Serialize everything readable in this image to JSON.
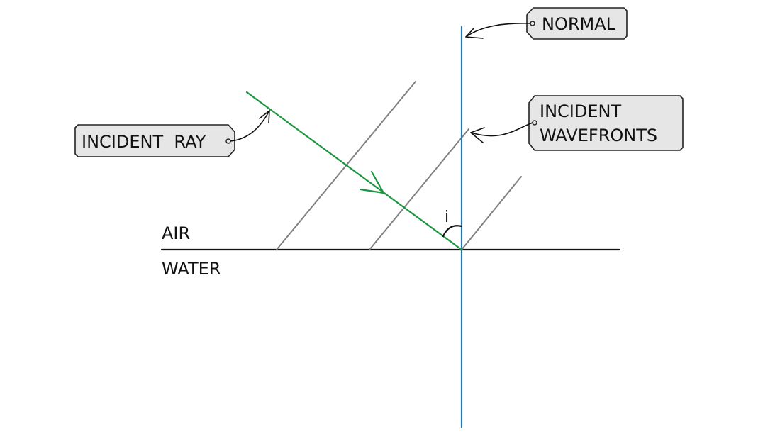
{
  "labels": {
    "normal": "NORMAL",
    "incident_wavefronts_line1": "INCIDENT",
    "incident_wavefronts_line2": "WAVEFRONTS",
    "incident_ray": "INCIDENT  RAY",
    "air": "AIR",
    "water": "WATER",
    "angle": "i"
  },
  "colors": {
    "normal_line": "#1f77b4",
    "incident_ray": "#1a9641",
    "wavefronts": "#808080",
    "boundary": "#111111",
    "tag_fill": "#e6e6e6",
    "tag_stroke": "#222222"
  }
}
